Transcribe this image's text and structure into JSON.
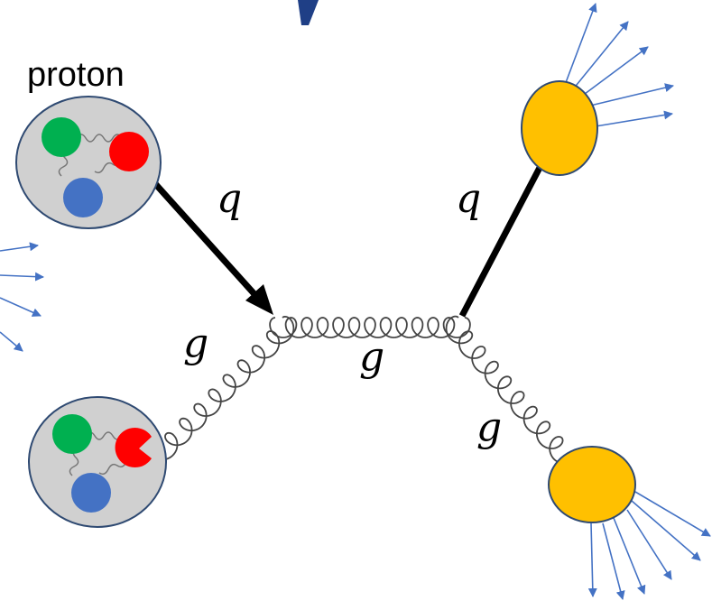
{
  "labels": {
    "proton": "proton",
    "quark_in": "q",
    "quark_out": "q",
    "gluon_in": "g",
    "gluon_mid": "g",
    "gluon_out": "g"
  },
  "colors": {
    "proton_fill": "#d0d0d0",
    "proton_stroke": "#2f4a72",
    "quark_green": "#00b050",
    "quark_red": "#ff0000",
    "quark_blue": "#4472c4",
    "jet_fill": "#ffc000",
    "jet_stroke": "#2f4a72",
    "arrow_blue": "#4472c4",
    "line_black": "#000000"
  }
}
